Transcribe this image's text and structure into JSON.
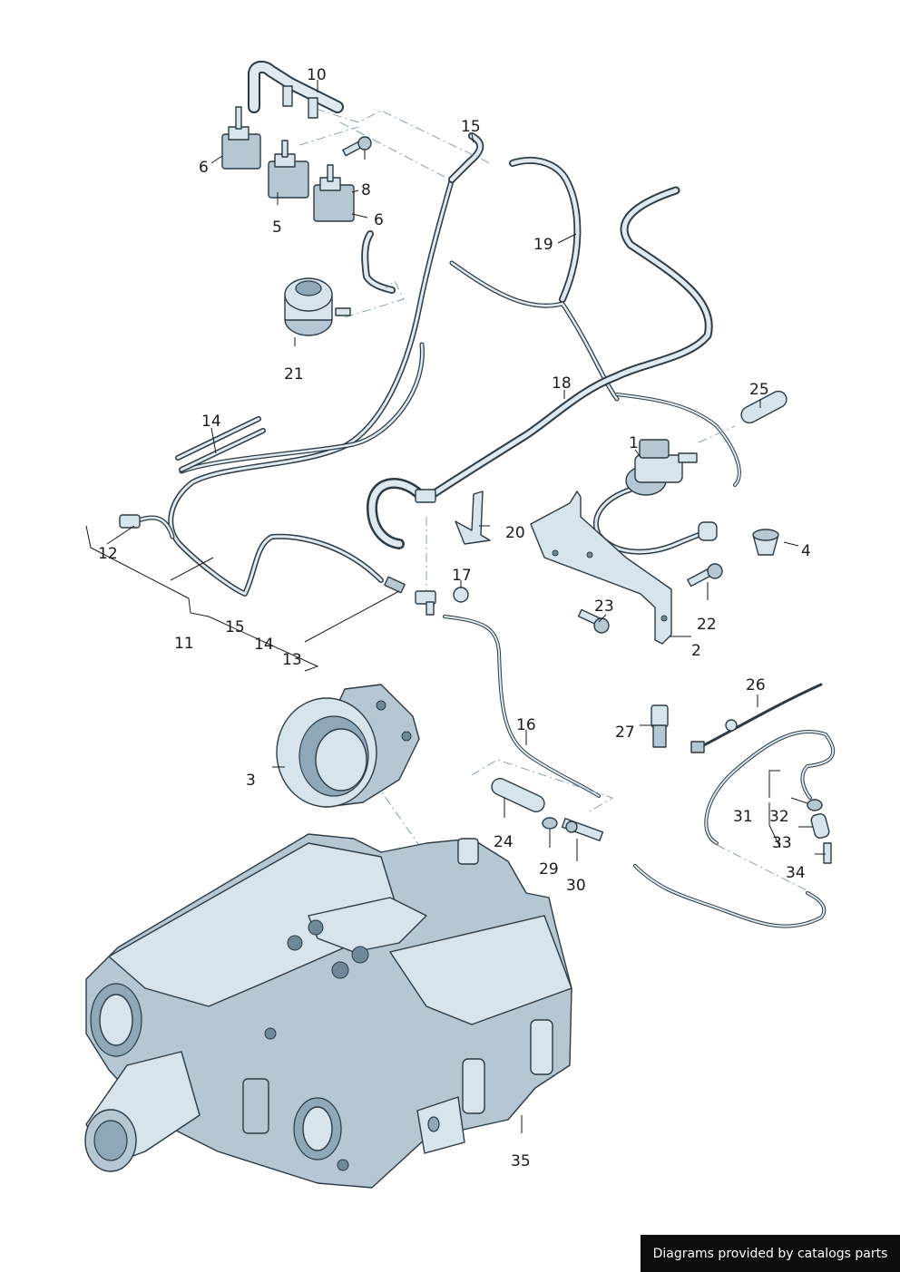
{
  "labels": {
    "l1": "1",
    "l2": "2",
    "l3": "3",
    "l4": "4",
    "l5": "5",
    "l6a": "6",
    "l6b": "6",
    "l8": "8",
    "l10": "10",
    "l11": "11",
    "l12": "12",
    "l13": "13",
    "l14a": "14",
    "l14b": "14",
    "l15a": "15",
    "l15b": "15",
    "l16": "16",
    "l17": "17",
    "l18": "18",
    "l19": "19",
    "l20": "20",
    "l21": "21",
    "l22": "22",
    "l23": "23",
    "l24": "24",
    "l25": "25",
    "l26": "26",
    "l27": "27",
    "l29": "29",
    "l30": "30",
    "l31": "31",
    "l32": "32",
    "l33": "33",
    "l34": "34",
    "l35": "35"
  },
  "footer": {
    "text": "Diagrams provided by catalogs parts"
  }
}
